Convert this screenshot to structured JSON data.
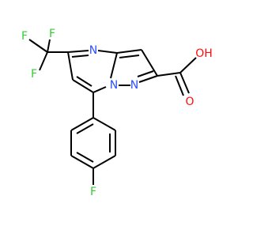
{
  "atoms": {
    "f1": {
      "symbol": "F",
      "color": "#33CC33"
    },
    "f2": {
      "symbol": "F",
      "color": "#33CC33"
    },
    "f3": {
      "symbol": "F",
      "color": "#33CC33"
    },
    "f4": {
      "symbol": "F",
      "color": "#33CC33"
    },
    "n_top": {
      "symbol": "N",
      "color": "#3050F8"
    },
    "n_bridge": {
      "symbol": "N",
      "color": "#3050F8"
    },
    "n_pyrazole": {
      "symbol": "N",
      "color": "#3050F8"
    },
    "o_hydroxyl": {
      "symbol": "OH",
      "color": "#FF0D0D"
    },
    "o_carbonyl": {
      "symbol": "O",
      "color": "#FF0D0D"
    }
  }
}
